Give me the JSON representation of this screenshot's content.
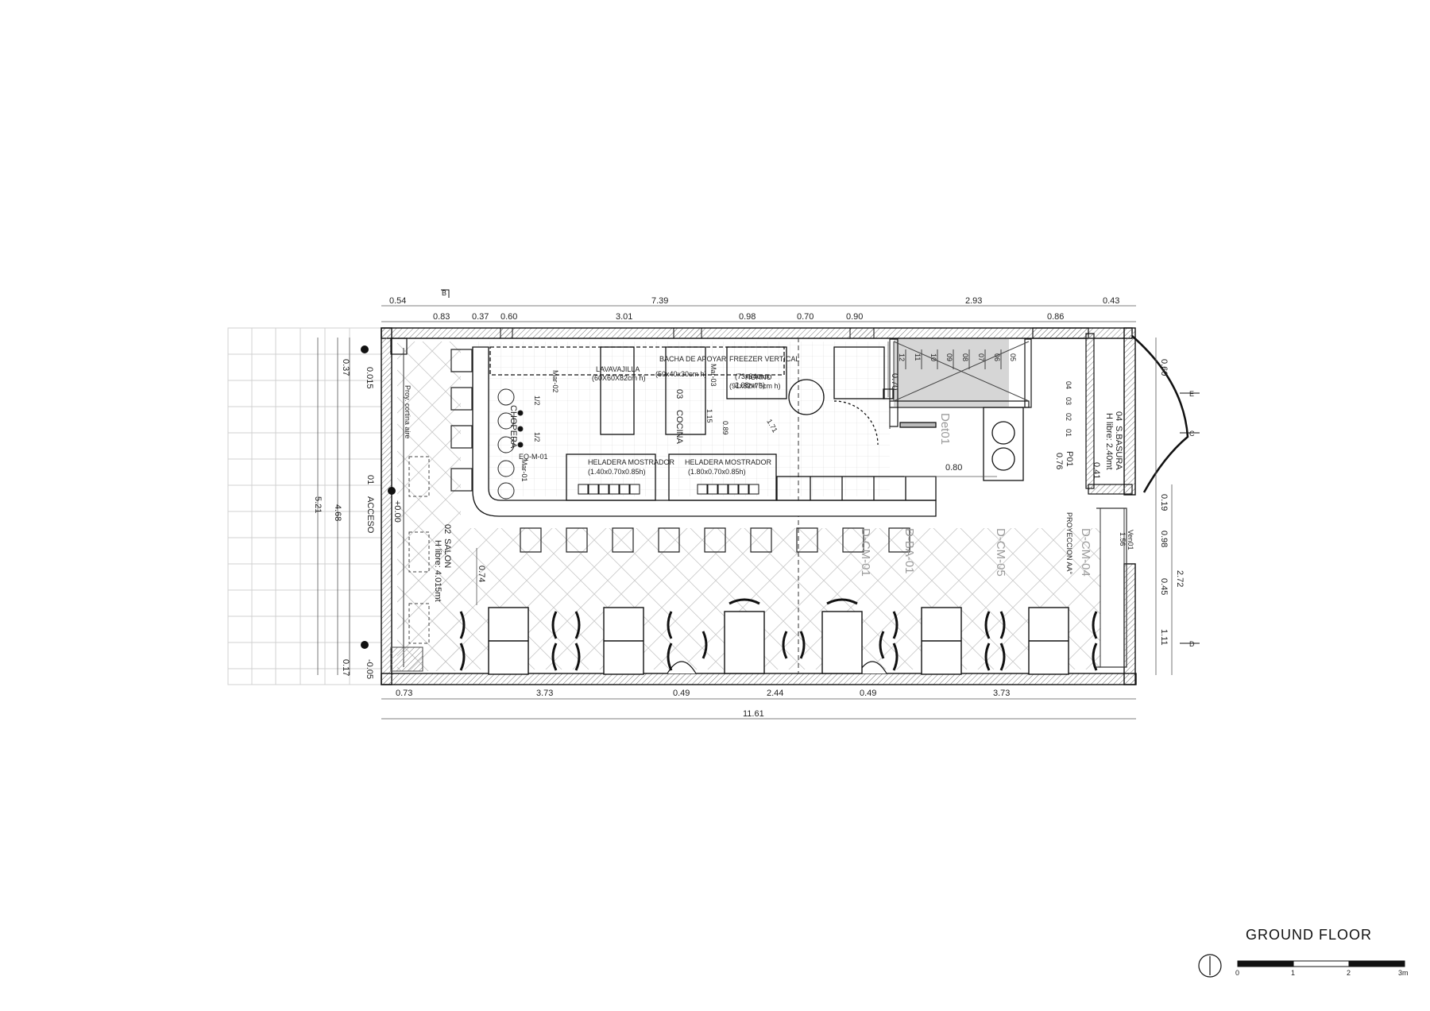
{
  "title": "GROUND FLOOR",
  "scale": {
    "labels": [
      "0",
      "1",
      "2",
      "3m"
    ]
  },
  "dimensions": {
    "top_outer": [
      "0.54",
      "7.39",
      "2.93",
      "0.43"
    ],
    "top_inner": [
      "0.83",
      "0.37",
      "0.60",
      "3.01",
      "0.98",
      "0.70",
      "0.90",
      "0.86"
    ],
    "bottom": [
      "0.73",
      "3.73",
      "0.49",
      "2.44",
      "0.49",
      "3.73"
    ],
    "bottom_total": "11.61",
    "left": [
      "0.37",
      "0.015",
      "5.21",
      "4.68",
      "+0.00",
      "0.17",
      "-0.05"
    ],
    "right": [
      "0.60",
      "0.19",
      "0.98",
      "2.72",
      "0.45",
      "1.11"
    ],
    "interior": [
      "0.70",
      "0.80",
      "0.74",
      "1/2",
      "1/2",
      "1.15",
      "0.89",
      "1.71",
      "0.41"
    ]
  },
  "rooms": {
    "acceso": {
      "number": "01",
      "name": "ACCESO"
    },
    "salon": {
      "number": "02",
      "name": "SALON",
      "height": "H libre: 4.015mt"
    },
    "cocina": {
      "number": "03",
      "name": "COCINA"
    },
    "basura": {
      "number": "04",
      "name": "S.BASURA",
      "height": "H libre: 2.40mt"
    }
  },
  "equipment": {
    "lavavajilla": {
      "name": "LAVAVAJILLA",
      "size": "(60X60X82cm h)"
    },
    "bacha": {
      "name": "BACHA DE APOYAR",
      "size": "(50x40x30cm h)"
    },
    "horno": {
      "name": "HORNO",
      "size": "(91x82x75cm h)"
    },
    "freezer": {
      "name": "FREEZER VERTICAL",
      "size": "(73x84cmx",
      "size2": "2.08mt h)"
    },
    "heladera1": {
      "name": "HELADERA MOSTRADOR",
      "size": "(1.40x0.70x0.85h)"
    },
    "heladera2": {
      "name": "HELADERA MOSTRADOR",
      "size": "(1.80x0.70x0.85h)"
    },
    "chopera": "CHOPERA",
    "proy": "Proy. cortina aire",
    "eq": "EQ-M-01",
    "mar_codes": [
      "Mar-02",
      "Mar-03",
      "Mar-01"
    ]
  },
  "tags": {
    "det01": "Det01",
    "dcm01": "D-CM-01",
    "dba01": "D-BA-01",
    "dcm05": "D-CM-05",
    "dcm04": "D-CM-04",
    "proyeccion": "PROYECCION AA°",
    "p01": "P01",
    "p01_dim": "0.76",
    "ven01": "Ven01",
    "ven01_dim": "1.56",
    "stairs": [
      "12",
      "11",
      "10",
      "09",
      "08",
      "07",
      "06",
      "05",
      "04",
      "03",
      "02",
      "01"
    ]
  },
  "marks": {
    "section_b": "B",
    "section_e": "E",
    "section_d": "D",
    "section_c": "C"
  }
}
